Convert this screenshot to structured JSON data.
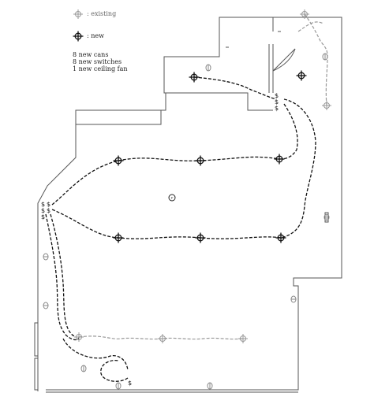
{
  "legend": {
    "existing_label": ": existing",
    "new_label": ": new"
  },
  "notes": [
    "8 new cans",
    "8 new switches",
    "1 new ceiling fan"
  ],
  "fan_symbol": "F",
  "switch_symbol": "$",
  "colors": {
    "wall": "#555555",
    "new_wiring": "#111111",
    "existing_wiring": "#999999",
    "existing_fixture": "#999999",
    "new_fixture": "#111111",
    "background": "#ffffff"
  },
  "icons": {
    "existing_fixture": "existing-light-icon",
    "new_fixture": "new-can-light-icon",
    "switch": "switch-symbol",
    "outlet": "outlet-icon",
    "fan": "ceiling-fan-icon"
  }
}
